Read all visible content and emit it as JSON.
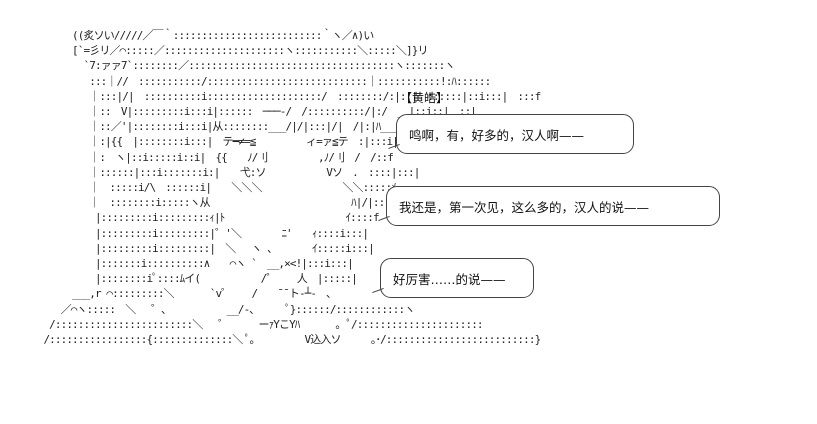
{
  "speaker_label": "【黄皓】",
  "lines": [
    "鸣啊，有，好多的，汉人啊——",
    "我还是，第一次见，这么多的，汉人的说——",
    "好厉害……的说——"
  ],
  "ascii_art": "       ((炙ソい/////／￣｀::::::::::::::::::::::::::｀ヽ／∧)い\n       [`=彡リ／⌒:::::／:::::::::::::::::::::ヽ:::::::::::＼:::::＼]}リ\n         `7:ァァ7`::::::::／::::::::::::::::::::::::::::::::::::ヽ:::::::ヽ\n          :::｜//　:::::::::::/::::::::::::::::::::::::::::｜:::::::::::!:ﾊ::::::\n          ｜:::|/|　::::::::::i::::::::::::::::::::/　::::::::/:|::|　::::::|::i:::|　:::f\n          ｜::　V|:::::::::i:::i|::::::　───-/　/::::::::::/|:/　__|::i::|　::|\n          ｜::／'|::::::::i:::i|从::::::::___/|/|:::|/|　/|:|ﾊ___|ﾊ|　:|::ﾒ\n          ｜:|{{　|::::::::i:::|　テ━≠=≦　　　　　ィ=ァ≦テ　:|:::i|\n          ｜:　ヽ|::i:::::i::i|　{{　　ﾉ/刂　　　　　,ﾉ/刂　/　/::f\n          ｜::::::|:::i:::::::i:|　　弋:ソ　　　　　　Vソ　.　::::|:::|\n          ｜　:::::i/\\　::::::i|　　＼＼＼　　　　　　　　＼＼:::::ﾒ\n          ｜　::::::::i:::::ヽ从　　　　　　　　　　　　　　ﾊ|/|::'\n           |:::::::::i:::::::::ｨ|ﾄ　　　　　　　　　　　　ｲ::::f\n           |:::::::::i:::::::::|゜'＼　　　　ﾆ'　　ｨ::::i:::|\n           |:::::::::i:::::::::|　＼　 ヽ 、　　　　ｲ:::::i:::|\n           |:::::::i::::::::::∧　　⌒ヽ `　__,×<!|:::i:::|\n           |::::::::iﾟ::::ﾑイ(　　　　　　/゜　　人　|:::::|\n       ___,r ⌒:::::::::＼　　　 `v゜　　/　　¯¯ト-┴-　､\n     ／⌒ヽ:::::　＼　 ゜､　　　　　　__/-､　　　ﾟ}::::::/::::::::::::ヽ\n   /::::::::::::::::::::::::＼　 ゜　　　ーｧYこYﾊ　　　 。ﾟ/::::::::::::::::::::::\n  /:::::::::::::::::{::::::::::::::＼ ﾟ。　　　　　V込入ソ　　　｡･/::::::::::::::::::::::::::}"
}
